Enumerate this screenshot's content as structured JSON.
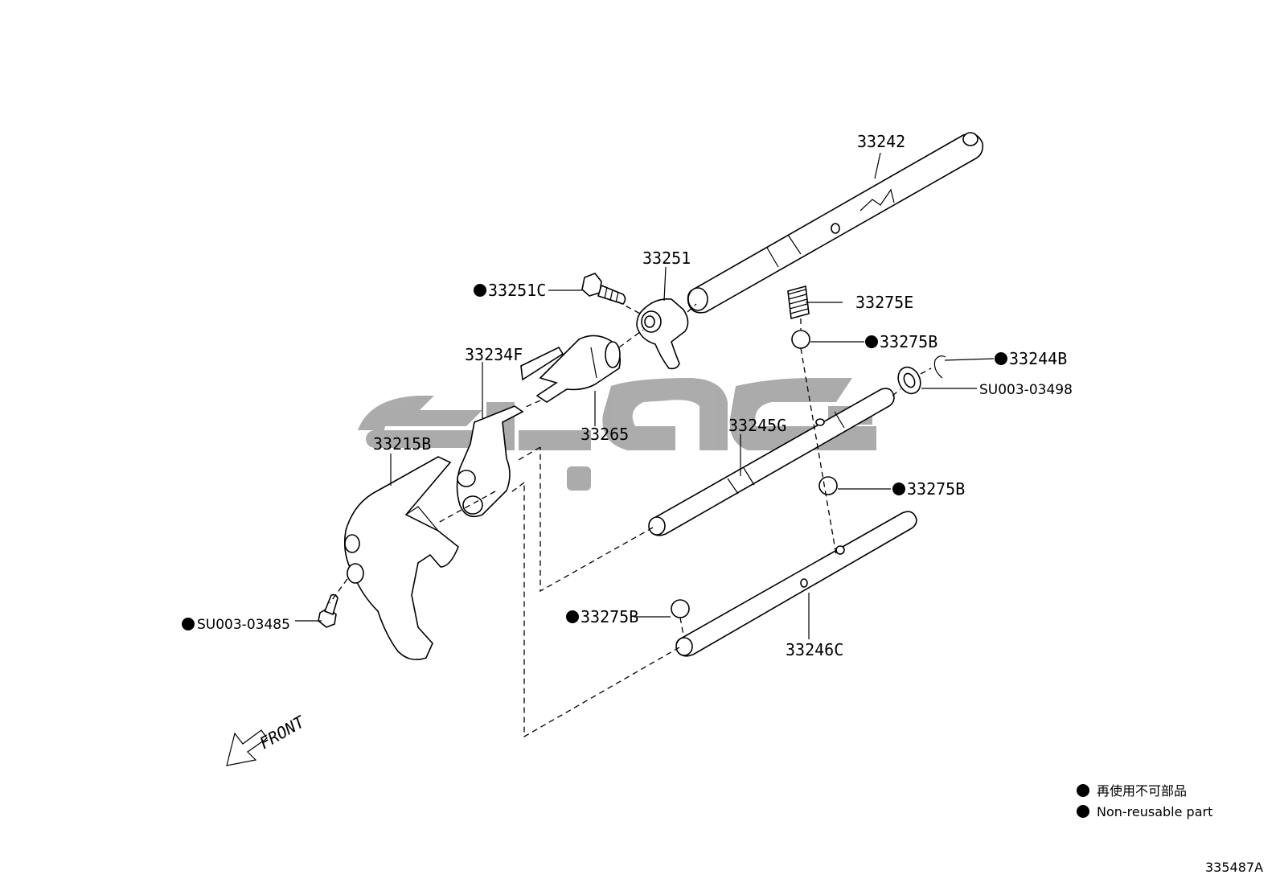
{
  "diagram": {
    "parts": {
      "p33242": "33242",
      "p33251": "33251",
      "p33251C": "33251C",
      "p33275E": "33275E",
      "p33275B_a": "33275B",
      "p33244B": "33244B",
      "p33234F": "33234F",
      "pSU003_03498": "SU003-03498",
      "p33245G": "33245G",
      "p33265": "33265",
      "p33215B": "33215B",
      "p33275B_b": "33275B",
      "p33275B_c": "33275B",
      "pSU003_03485": "SU003-03485",
      "p33246C": "33246C"
    },
    "front_label": "FRONT",
    "legend": {
      "japanese": "再使用不可部品",
      "english": "Non-reusable part"
    },
    "diagram_code": "335487A",
    "watermark_color": "#9a9a9a",
    "marker_icon": "filled-circle-icon"
  }
}
